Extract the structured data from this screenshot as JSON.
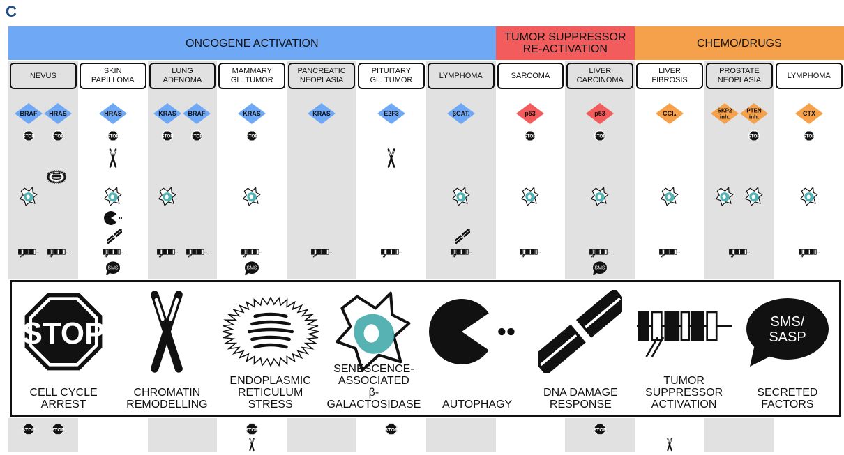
{
  "panel_letter": "C",
  "headers": [
    {
      "label": "ONCOGENE ACTIVATION",
      "color": "#6fa8f5",
      "span": [
        0,
        7
      ]
    },
    {
      "label": "TUMOR SUPPRESSOR\nRE-ACTIVATION",
      "color": "#f25c5c",
      "span": [
        7,
        9
      ]
    },
    {
      "label": "CHEMO/DRUGS",
      "color": "#f5a04a",
      "span": [
        9,
        12
      ]
    }
  ],
  "colors": {
    "oncogene": "#6fa8f5",
    "suppressor": "#f25c5c",
    "drug": "#f5a04a",
    "shade": "#e1e1e1",
    "teal": "#3aa6a6"
  },
  "columns": [
    {
      "label": "NEVUS",
      "shaded": true,
      "agents": [
        "BRAF",
        "HRAS"
      ],
      "kind": "oncogene",
      "stop": [
        true,
        true
      ],
      "chromatin": false,
      "er": true,
      "sabgal": 1,
      "autophagy": false,
      "dna": false,
      "tsa": 2,
      "sms": false
    },
    {
      "label": "SKIN\nPAPILLOMA",
      "shaded": false,
      "agents": [
        "HRAS"
      ],
      "kind": "oncogene",
      "stop": [
        true
      ],
      "chromatin": true,
      "er": false,
      "sabgal": 1,
      "autophagy": true,
      "dna": true,
      "tsa": 1,
      "sms": true
    },
    {
      "label": "LUNG\nADENOMA",
      "shaded": true,
      "agents": [
        "KRAS",
        "BRAF"
      ],
      "kind": "oncogene",
      "stop": [
        true,
        true
      ],
      "chromatin": false,
      "er": false,
      "sabgal": 1,
      "autophagy": false,
      "dna": false,
      "tsa": 2,
      "sms": false
    },
    {
      "label": "MAMMARY\nGL. TUMOR",
      "shaded": false,
      "agents": [
        "KRAS"
      ],
      "kind": "oncogene",
      "stop": [
        true
      ],
      "chromatin": false,
      "er": false,
      "sabgal": 1,
      "autophagy": false,
      "dna": false,
      "tsa": 1,
      "sms": true
    },
    {
      "label": "PANCREATIC\nNEOPLASIA",
      "shaded": true,
      "agents": [
        "KRAS"
      ],
      "kind": "oncogene",
      "stop": [
        false
      ],
      "chromatin": false,
      "er": false,
      "sabgal": 0,
      "autophagy": false,
      "dna": false,
      "tsa": 1,
      "sms": false
    },
    {
      "label": "PITUITARY\nGL. TUMOR",
      "shaded": false,
      "agents": [
        "E2F3"
      ],
      "kind": "oncogene",
      "stop": [
        false
      ],
      "chromatin": true,
      "er": false,
      "sabgal": 0,
      "autophagy": false,
      "dna": false,
      "tsa": 1,
      "sms": false
    },
    {
      "label": "LYMPHOMA",
      "shaded": true,
      "agents": [
        "βCAT."
      ],
      "kind": "oncogene",
      "stop": [
        false
      ],
      "chromatin": false,
      "er": false,
      "sabgal": 1,
      "autophagy": false,
      "dna": true,
      "tsa": 1,
      "sms": false
    },
    {
      "label": "SARCOMA",
      "shaded": false,
      "agents": [
        "p53"
      ],
      "kind": "suppressor",
      "stop": [
        true
      ],
      "chromatin": false,
      "er": false,
      "sabgal": 1,
      "autophagy": false,
      "dna": false,
      "tsa": 1,
      "sms": false
    },
    {
      "label": "LIVER\nCARCINOMA",
      "shaded": true,
      "agents": [
        "p53"
      ],
      "kind": "suppressor",
      "stop": [
        true
      ],
      "chromatin": false,
      "er": false,
      "sabgal": 1,
      "autophagy": false,
      "dna": false,
      "tsa": 1,
      "sms": true
    },
    {
      "label": "LIVER\nFIBROSIS",
      "shaded": false,
      "agents": [
        "CCl₄"
      ],
      "kind": "drug",
      "stop": [
        false
      ],
      "chromatin": false,
      "er": false,
      "sabgal": 1,
      "autophagy": false,
      "dna": false,
      "tsa": 1,
      "sms": false
    },
    {
      "label": "PROSTATE\nNEOPLASIA",
      "shaded": true,
      "agents": [
        "SKP2\ninh.",
        "PTEN\ninh."
      ],
      "kind": "drug",
      "stop": [
        false,
        true
      ],
      "chromatin": false,
      "er": false,
      "sabgal": 2,
      "autophagy": false,
      "dna": false,
      "tsa": 1,
      "sms": false
    },
    {
      "label": "LYMPHOMA",
      "shaded": false,
      "agents": [
        "CTX"
      ],
      "kind": "drug",
      "stop": [
        true
      ],
      "chromatin": false,
      "er": false,
      "sabgal": 1,
      "autophagy": false,
      "dna": false,
      "tsa": 1,
      "sms": false
    }
  ],
  "legend": [
    {
      "id": "stop",
      "label": "CELL CYCLE\nARREST",
      "icon": "stop-sign-icon",
      "stop_text": "STOP"
    },
    {
      "id": "chromatin",
      "label": "CHROMATIN\nREMODELLING",
      "icon": "chromosome-icon"
    },
    {
      "id": "er",
      "label": "ENDOPLASMIC\nRETICULUM\nSTRESS",
      "icon": "er-stress-icon"
    },
    {
      "id": "sabgal",
      "label": "SENESCENCE-\nASSOCIATED\nβ-GALACTOSIDASE",
      "icon": "senescent-cell-icon"
    },
    {
      "id": "autophagy",
      "label": "AUTOPHAGY",
      "icon": "autophagy-pacman-icon"
    },
    {
      "id": "dna",
      "label": "DNA DAMAGE\nRESPONSE",
      "icon": "broken-dna-icon"
    },
    {
      "id": "tsa",
      "label": "TUMOR\nSUPPRESSOR\nACTIVATION",
      "icon": "gene-locus-icon"
    },
    {
      "id": "sms",
      "label": "SECRETED\nFACTORS",
      "icon": "speech-bubble-icon",
      "bubble_text": "SMS/\nSASP"
    }
  ],
  "small_stop_text": "STOP",
  "small_sms_text": "SMS",
  "bottom_row": [
    {
      "shaded": true,
      "stop": 2,
      "chromatin": false
    },
    {
      "shaded": false,
      "stop": 0,
      "chromatin": false
    },
    {
      "shaded": true,
      "stop": 0,
      "chromatin": false
    },
    {
      "shaded": false,
      "stop": 1,
      "chromatin": true
    },
    {
      "shaded": true,
      "stop": 0,
      "chromatin": false
    },
    {
      "shaded": false,
      "stop": 1,
      "chromatin": false
    },
    {
      "shaded": true,
      "stop": 0,
      "chromatin": false
    },
    {
      "shaded": false,
      "stop": 0,
      "chromatin": false
    },
    {
      "shaded": true,
      "stop": 1,
      "chromatin": false
    },
    {
      "shaded": false,
      "stop": 0,
      "chromatin": true
    },
    {
      "shaded": true,
      "stop": 0,
      "chromatin": false
    },
    {
      "shaded": false,
      "stop": 0,
      "chromatin": false
    }
  ]
}
